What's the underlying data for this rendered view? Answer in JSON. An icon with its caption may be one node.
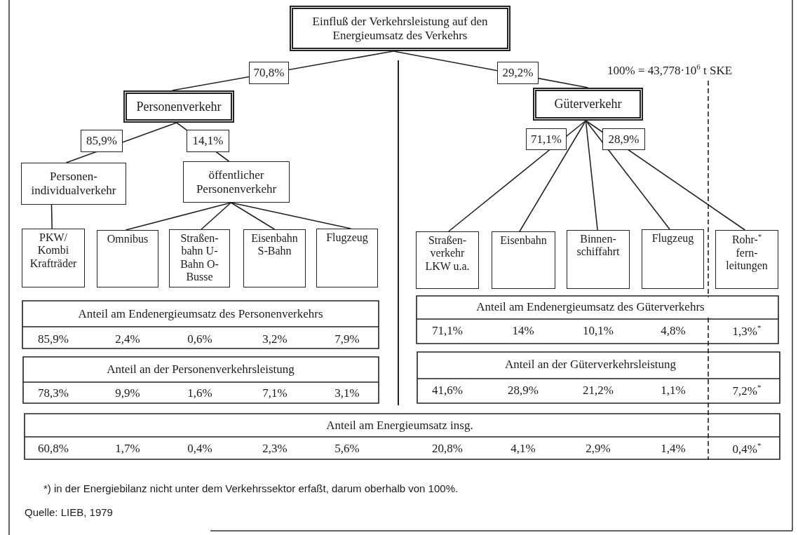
{
  "diagram": {
    "nodes": [
      {
        "text": [
          "Einfluß der Verkehrsleistung auf den Energieumsatz des Verkehrs"
        ]
      },
      {
        "text": [
          "Personenverkehr"
        ]
      },
      {
        "text": [
          "Güterverkehr"
        ]
      },
      {
        "text": [
          "Personen- individualverkehr"
        ]
      },
      {
        "text": [
          "öffentlicher Personenverkehr"
        ]
      },
      {
        "text": [
          "PKW/ Kombi Krafträder"
        ]
      },
      {
        "text": [
          "Omnibus"
        ]
      },
      {
        "text": [
          "Straßen- bahn U-Bahn O-Busse"
        ]
      },
      {
        "text": [
          "Eisenbahn S-Bahn"
        ]
      },
      {
        "text": [
          "Flugzeug"
        ]
      },
      {
        "text": [
          "Straßen- verkehr LKW u.a."
        ]
      },
      {
        "text": [
          "Eisenbahn"
        ]
      },
      {
        "text": [
          "Binnen- schiffahrt"
        ]
      },
      {
        "text": [
          "Flugzeug"
        ]
      },
      {
        "text": [
          "Rohr-$^{*}$ fern- leitungen"
        ]
      }
    ],
    "edges": [
      {
        "from": 0,
        "to": 1,
        "arrow": "none",
        "label": "70,8%"
      },
      {
        "from": 0,
        "to": 2,
        "arrow": "none",
        "label": "29,2%"
      },
      {
        "from": 1,
        "to": 3,
        "arrow": "none",
        "label": "85,9%"
      },
      {
        "from": 1,
        "to": 4,
        "arrow": "none",
        "label": "14,1%"
      },
      {
        "from": 3,
        "to": 5,
        "arrow": "none"
      },
      {
        "from": 4,
        "to": 6,
        "arrow": "none"
      },
      {
        "from": 4,
        "to": 7,
        "arrow": "none"
      },
      {
        "from": 4,
        "to": 8,
        "arrow": "none"
      },
      {
        "from": 4,
        "to": 9,
        "arrow": "none"
      },
      {
        "from": 2,
        "to": 10,
        "arrow": "none",
        "label": "71,1%"
      },
      {
        "from": 2,
        "to": 11,
        "arrow": "none"
      },
      {
        "from": 2,
        "to": 12,
        "arrow": "none"
      },
      {
        "from": 2,
        "to": 13,
        "arrow": "none",
        "label": "28,9%"
      },
      {
        "from": 2,
        "to": 14,
        "arrow": "none"
      }
    ],
    "labels": [
      "100% = 43,778·10$^{6}$ t SKE",
      "Anteil am Endenergieumsatz des Personenverkehrs",
      "85,9%",
      "2,4%",
      "0,6%",
      "3,2%",
      "7,9%",
      "Anteil am Endenergieumsatz des Güterverkehrs",
      "71,1%",
      "14%",
      "10,1%",
      "4,8%",
      "1,3%$^{*}$",
      "Anteil an der Personenverkehrsleistung",
      "78,3%",
      "9,9%",
      "1,6%",
      "7,1%",
      "3,1%",
      "Anteil an der Güterverkehrsleistung",
      "41,6%",
      "28,9%",
      "21,2%",
      "1,1%",
      "7,2%$^{*}$",
      "Anteil am Energieumsatz insg.",
      "60,8%",
      "1,7%",
      "0,4%",
      "2,3%",
      "5,6%",
      "20,8%",
      "4,1%",
      "2,9%",
      "1,4%",
      "0,4%$^{*}$",
      "*) in der Energiebilanz nicht unter dem Verkehrssektor erfaßt, darum oberhalb von 100%.",
      "Quelle: LIEB, 1979"
    ]
  }
}
